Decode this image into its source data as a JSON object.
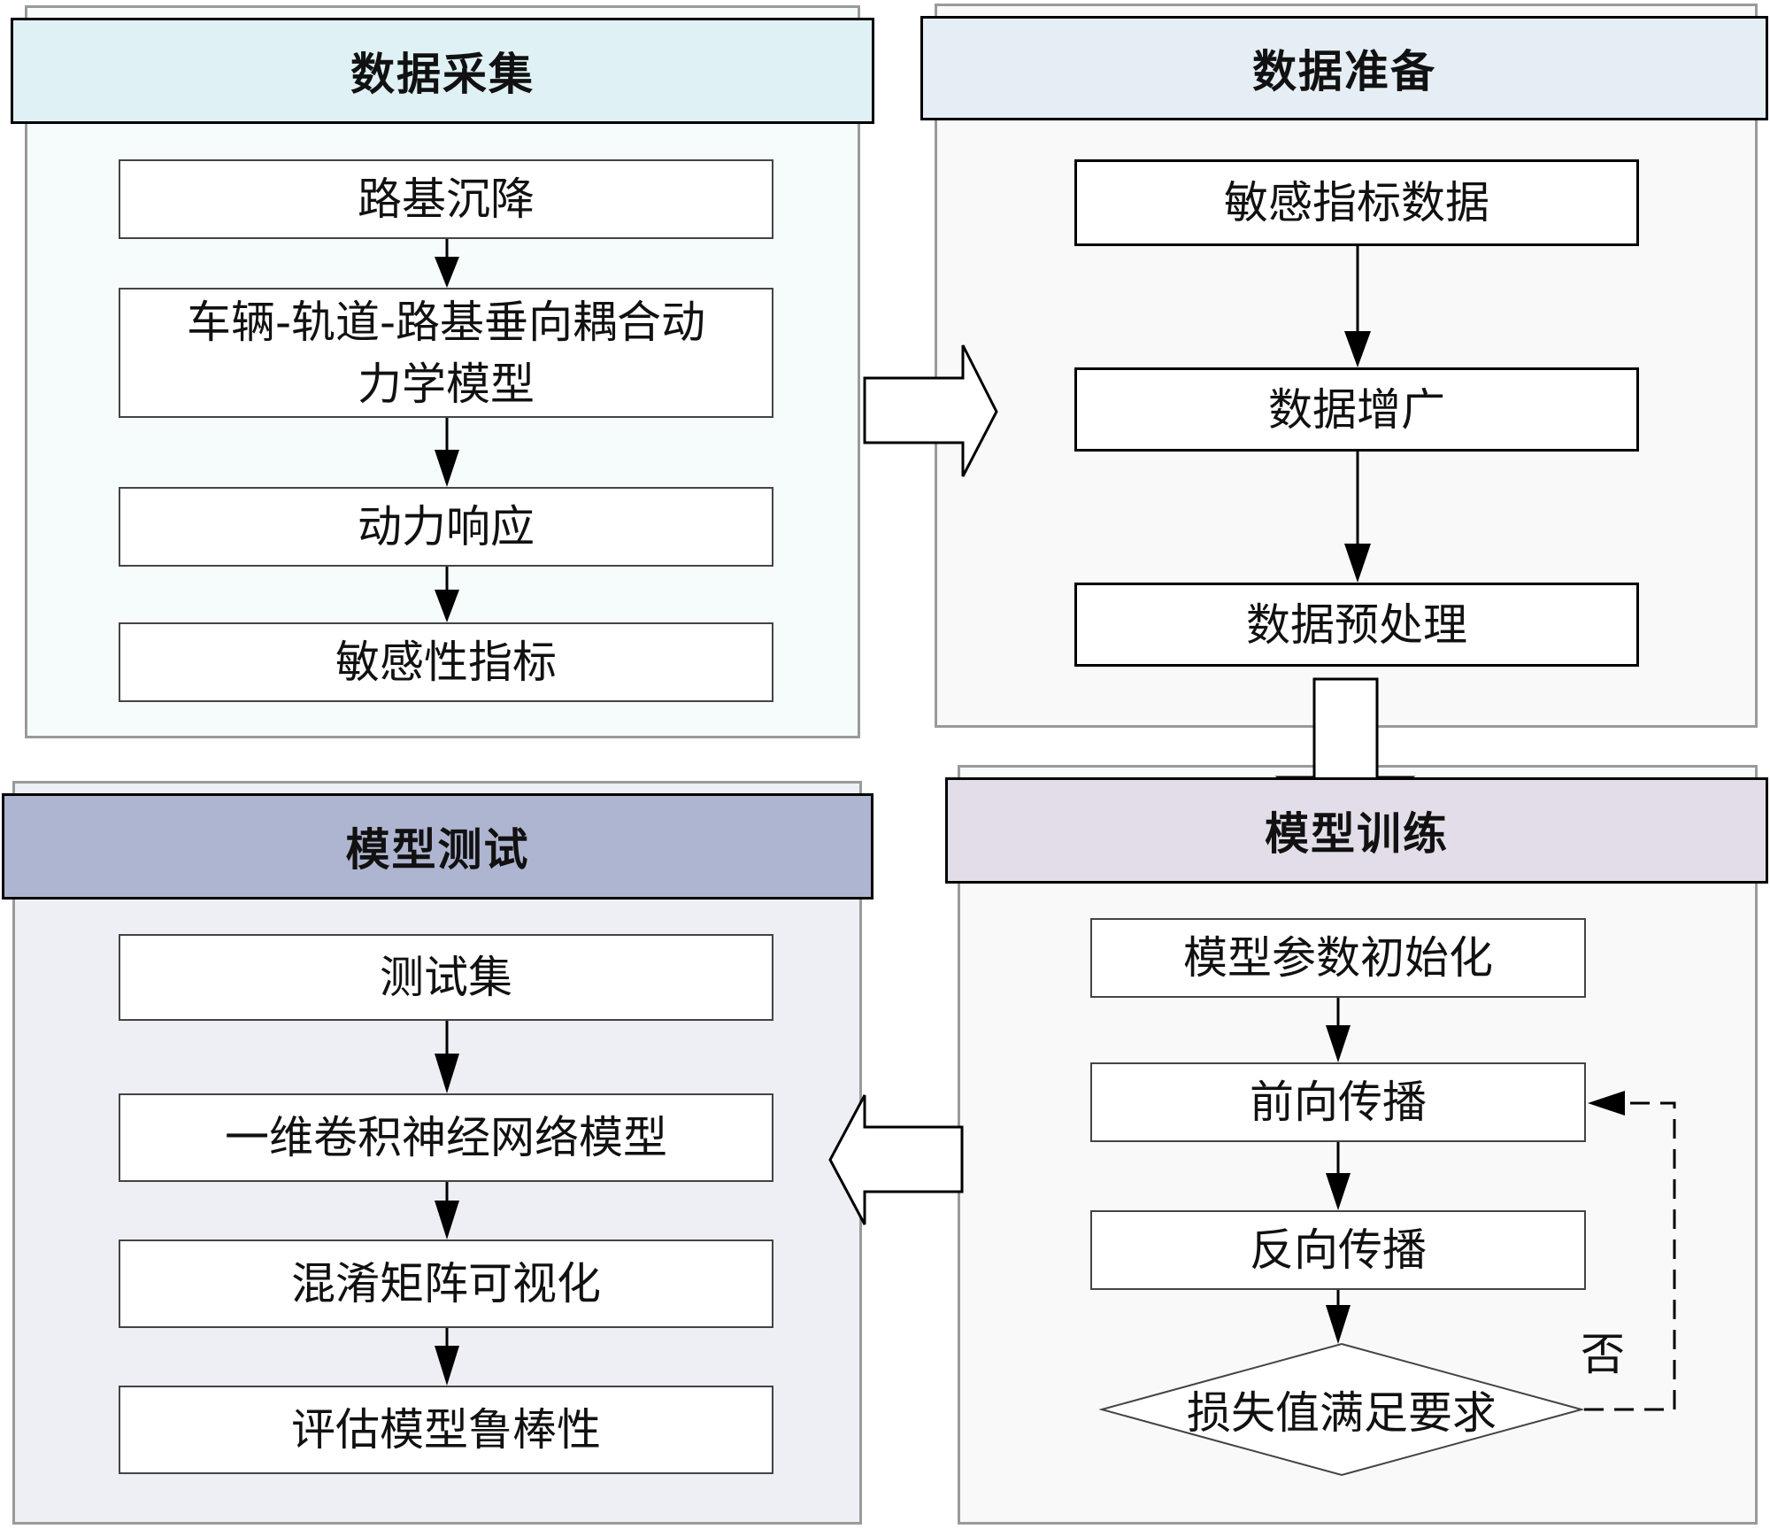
{
  "panels": {
    "collection": {
      "title": "数据采集",
      "steps": [
        "路基沉降",
        "车辆-轨道-路基垂向耦合动力学模型",
        "动力响应",
        "敏感性指标"
      ],
      "header_color": "#dff1f5",
      "body_color": "#f6fbfc"
    },
    "preparation": {
      "title": "数据准备",
      "steps": [
        "敏感指标数据",
        "数据增广",
        "数据预处理"
      ],
      "header_color": "#e6eef5",
      "body_color": "#f9f9fa"
    },
    "training": {
      "title": "模型训练",
      "steps": [
        "模型参数初始化",
        "前向传播",
        "反向传播"
      ],
      "decision": "损失值满足要求",
      "loop_label": "否",
      "header_color": "#e2dde8",
      "body_color": "#f9f9fa"
    },
    "testing": {
      "title": "模型测试",
      "steps": [
        "测试集",
        "一维卷积神经网络模型",
        "混淆矩阵可视化",
        "评估模型鲁棒性"
      ],
      "header_color": "#aeb5d0",
      "body_color": "#eeeff4"
    }
  }
}
